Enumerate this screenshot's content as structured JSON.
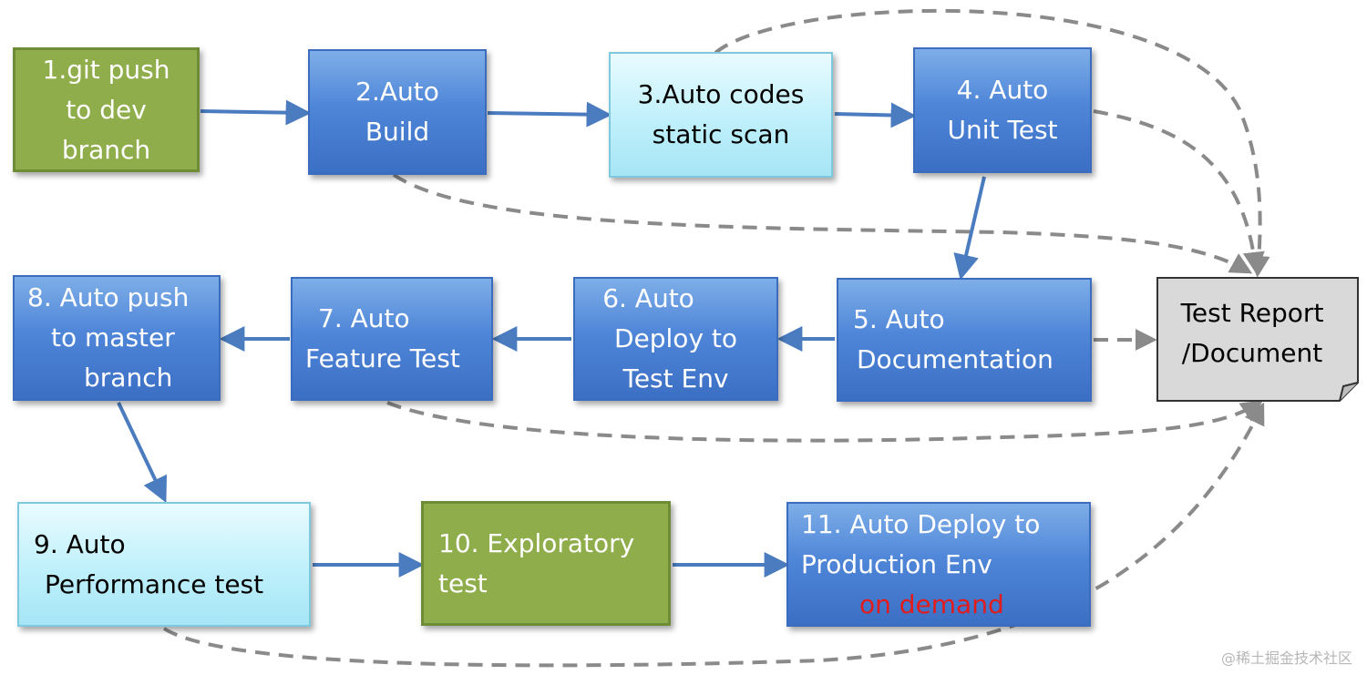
{
  "nodes": {
    "n1": {
      "lines": [
        "1.git push",
        "to dev",
        "branch"
      ]
    },
    "n2": {
      "lines": [
        "2.Auto",
        "Build"
      ]
    },
    "n3": {
      "lines": [
        "3.Auto codes",
        "static scan"
      ]
    },
    "n4": {
      "lines": [
        "4. Auto",
        "Unit Test"
      ]
    },
    "n5": {
      "lines": [
        "5. Auto",
        "Documentation"
      ]
    },
    "n6": {
      "lines": [
        "6. Auto",
        "Deploy to",
        "Test Env"
      ]
    },
    "n7": {
      "lines": [
        "7. Auto",
        "Feature Test"
      ]
    },
    "n8": {
      "lines": [
        "8. Auto push",
        "to master",
        "branch"
      ]
    },
    "n9": {
      "lines": [
        "9. Auto",
        "Performance test"
      ]
    },
    "n10": {
      "lines": [
        "10. Exploratory",
        "test"
      ]
    },
    "n11": {
      "lines": [
        "11. Auto Deploy to",
        "Production Env",
        "on demand"
      ]
    },
    "report": {
      "lines": [
        "Test Report",
        "/Document"
      ]
    }
  },
  "colors": {
    "blue_fill": "#4f86d8",
    "green_fill": "#8fad4b",
    "light_fill": "#bff0fb",
    "report_fill": "#d9d9d9",
    "arrow": "#4a7cbf",
    "dashed": "#8a8a8a",
    "emphasis": "#e21b1b"
  },
  "watermark": "@稀土掘金技术社区"
}
